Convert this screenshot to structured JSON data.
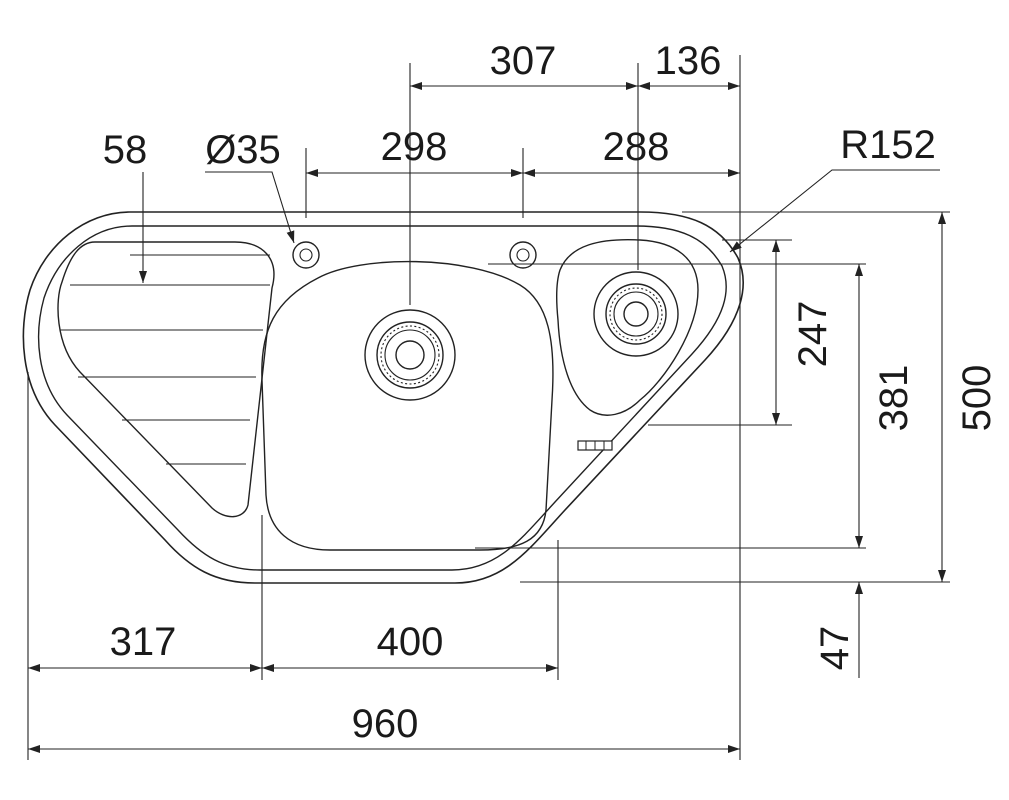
{
  "drawing": {
    "subject": "corner kitchen sink dimension drawing",
    "units": "mm"
  },
  "dimensions": {
    "overall_width": "960",
    "left_offset": "317",
    "main_bowl_width": "400",
    "top_span_left": "307",
    "top_span_right": "136",
    "tap_to_center": "298",
    "center_to_small_bowl": "288",
    "drainer_groove": "58",
    "tap_hole_diameter": "Ø35",
    "corner_radius": "R152",
    "small_bowl_depth": "247",
    "main_bowl_depth": "381",
    "overall_depth": "500",
    "bottom_offset": "47"
  },
  "colors": {
    "line": "#222222",
    "background": "#ffffff"
  }
}
